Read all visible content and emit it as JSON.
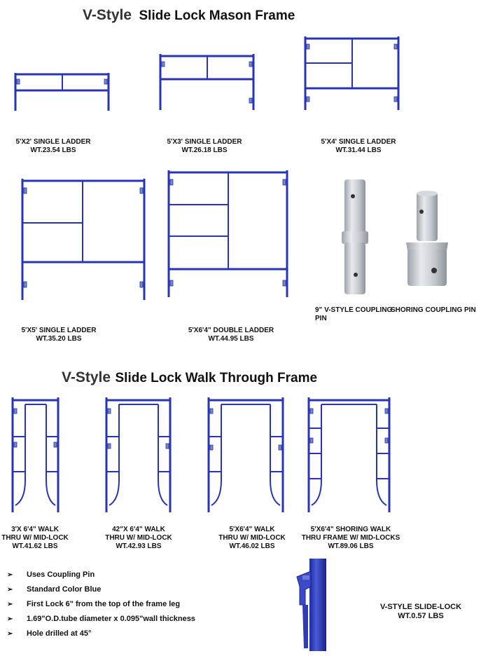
{
  "mason": {
    "heading_style": "V-Style",
    "heading_title": "Slide Lock Mason Frame",
    "items": [
      {
        "name": "5'X2' SINGLE LADDER",
        "weight": "WT.23.54 LBS"
      },
      {
        "name": "5'X3' SINGLE LADDER",
        "weight": "WT.26.18 LBS"
      },
      {
        "name": "5'X4' SINGLE LADDER",
        "weight": "WT.31.44 LBS"
      },
      {
        "name": "5'X5' SINGLE LADDER",
        "weight": "WT.35.20 LBS"
      },
      {
        "name": "5'X6'4\" DOUBLE LADDER",
        "weight": "WT.44.95 LBS"
      }
    ]
  },
  "pins": [
    {
      "line1": "9\" V-STYLE COUPLING",
      "line2": "PIN"
    },
    {
      "line1": "SHORING  COUPLING PIN",
      "line2": ""
    }
  ],
  "walk": {
    "heading_style": "V-Style",
    "heading_title": "Slide Lock Walk Through Frame",
    "items": [
      {
        "line1": "3'X 6'4\" WALK",
        "line2": "THRU W/ MID-LOCK",
        "weight": "WT.41.62 LBS"
      },
      {
        "line1": "42\"X 6'4\" WALK",
        "line2": "THRU W/ MID-LOCK",
        "weight": "WT.42.93 LBS"
      },
      {
        "line1": "5'X6'4\"  WALK",
        "line2": "THRU W/ MID-LOCK",
        "weight": "WT.46.02 LBS"
      },
      {
        "line1": "5'X6'4\"  SHORING WALK",
        "line2": "THRU FRAME W/ MID-LOCKS",
        "weight": "WT.89.06 LBS"
      }
    ]
  },
  "features": [
    "Uses Coupling Pin",
    "Standard Color Blue",
    "First Lock 6\" from the top of the frame leg",
    "1.69\"O.D.tube diameter x 0.095\"wall thickness",
    "Hole drilled at 45°"
  ],
  "bullet_glyph": "➢",
  "slide_lock": {
    "name": "V-STYLE SLIDE-LOCK",
    "weight": "WT.0.57 LBS"
  },
  "colors": {
    "frame_blue": "#2734b5",
    "pin_silver": "#c9ccd1"
  }
}
